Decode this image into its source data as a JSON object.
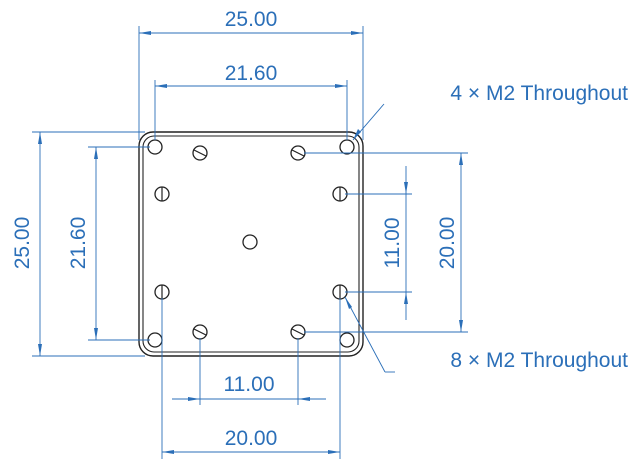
{
  "dimensions": {
    "top_outer": "25.00",
    "top_inner": "21.60",
    "left_outer": "25.00",
    "left_inner": "21.60",
    "right_inner": "11.00",
    "right_outer": "20.00",
    "bottom_inner": "11.00",
    "bottom_outer": "20.00"
  },
  "callouts": {
    "corner_holes": "4 × M2 Throughout",
    "screw_holes": "8 × M2 Throughout"
  },
  "colors": {
    "dimension": "#2b6fb8",
    "outline": "#222222"
  }
}
